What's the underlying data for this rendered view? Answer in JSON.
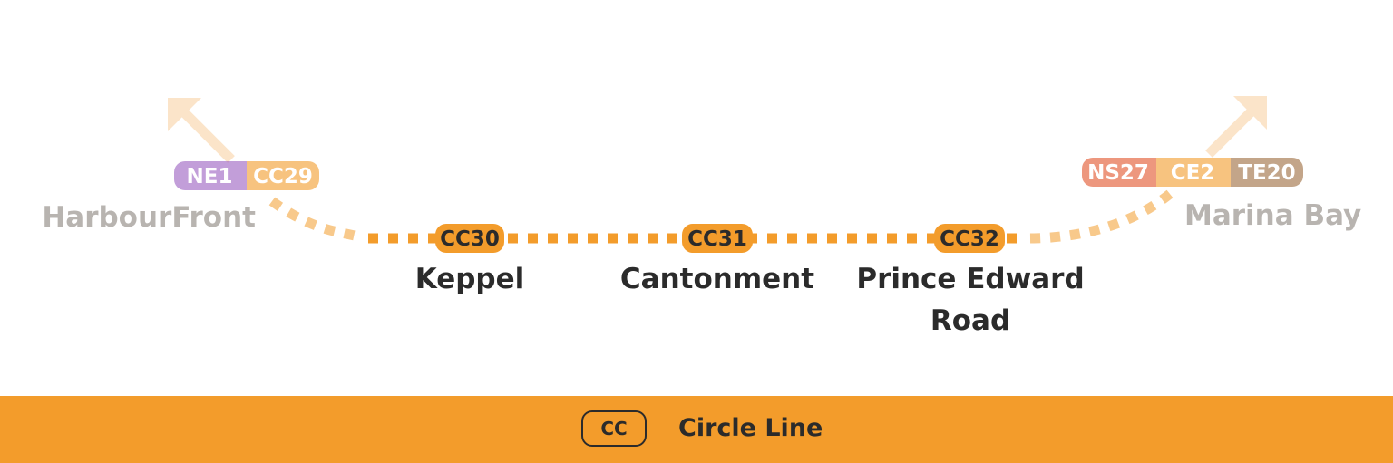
{
  "line": {
    "code": "CC",
    "name": "Circle Line",
    "color": "#f39c2b"
  },
  "stations": [
    {
      "name_lines": [
        "HarbourFront"
      ],
      "faded": true,
      "codes": [
        {
          "label": "NE1",
          "color": "#9b5fc0"
        },
        {
          "label": "CC29",
          "color": "#f39c2b"
        }
      ]
    },
    {
      "name_lines": [
        "Keppel"
      ],
      "faded": false,
      "codes": [
        {
          "label": "CC30",
          "color": "#f39c2b"
        }
      ]
    },
    {
      "name_lines": [
        "Cantonment"
      ],
      "faded": false,
      "codes": [
        {
          "label": "CC31",
          "color": "#f39c2b"
        }
      ]
    },
    {
      "name_lines": [
        "Prince Edward",
        "Road"
      ],
      "faded": false,
      "codes": [
        {
          "label": "CC32",
          "color": "#f39c2b"
        }
      ]
    },
    {
      "name_lines": [
        "Marina Bay"
      ],
      "faded": true,
      "codes": [
        {
          "label": "NS27",
          "color": "#e2532a"
        },
        {
          "label": "CE2",
          "color": "#f39c2b"
        },
        {
          "label": "TE20",
          "color": "#9c6b3c"
        }
      ]
    }
  ],
  "colors": {
    "text": "#2b2b2b",
    "faded_text": "#b7b1ab",
    "background": "#ffffff"
  }
}
